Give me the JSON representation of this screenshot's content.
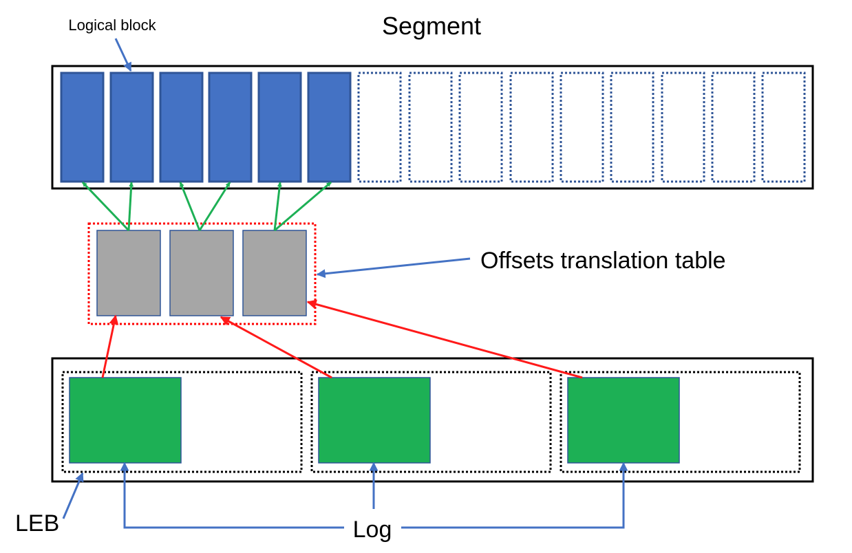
{
  "labels": {
    "segment": "Segment",
    "logical_block": "Logical block",
    "offsets_table": "Offsets translation table",
    "leb": "LEB",
    "log": "Log"
  },
  "segment": {
    "filled_blocks": 6,
    "empty_blocks": 9
  },
  "offsets_table": {
    "entries": 3
  },
  "lebs": {
    "count": 3,
    "log_records_per_leb": 1
  },
  "colors": {
    "block_fill": "#4472C4",
    "block_border": "#2F5597",
    "empty_block_border": "#2F5597",
    "table_entry_fill": "#A6A6A6",
    "table_border": "#FF0000",
    "log_fill": "#1DB055",
    "green_arrow": "#1DB055",
    "red_arrow": "#FF1A1A",
    "blue_arrow": "#4472C4",
    "outline": "#000000"
  }
}
